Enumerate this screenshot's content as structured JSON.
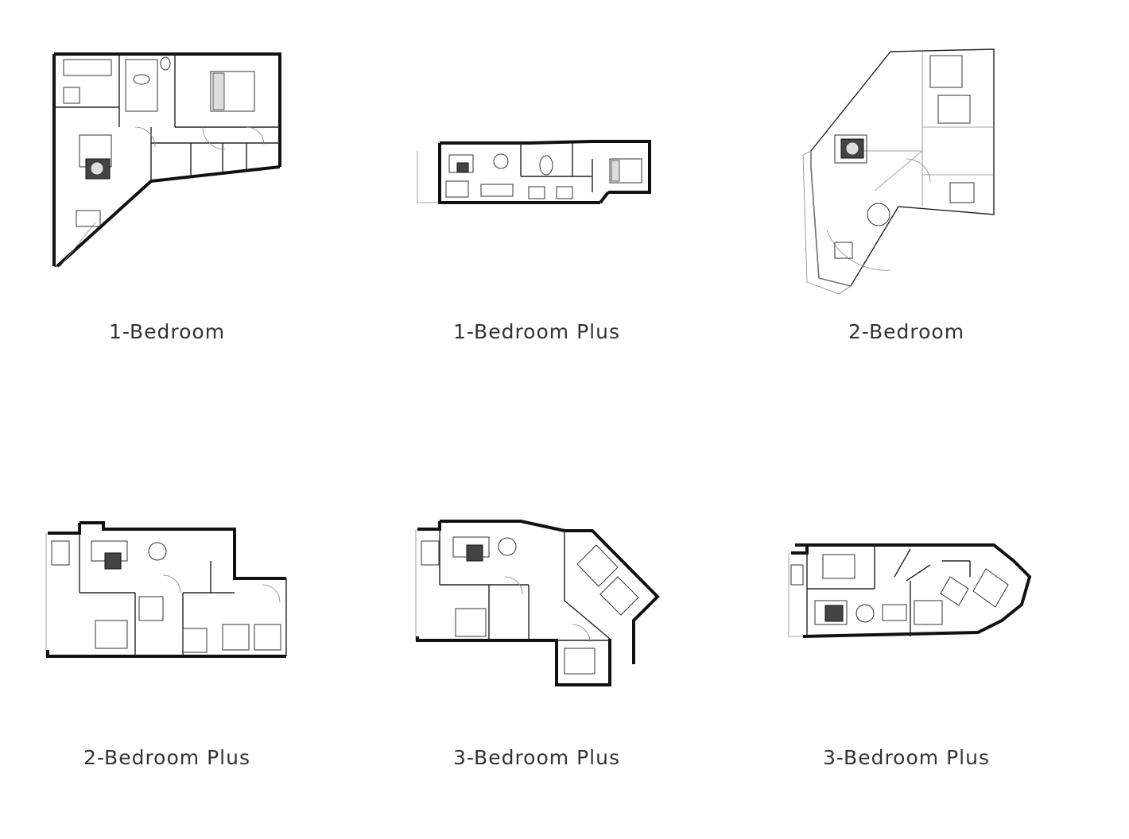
{
  "floorplans": [
    {
      "caption": "1-Bedroom",
      "icon": "floor-plan-1-bedroom"
    },
    {
      "caption": "1-Bedroom Plus",
      "icon": "floor-plan-1-bedroom-plus"
    },
    {
      "caption": "2-Bedroom",
      "icon": "floor-plan-2-bedroom"
    },
    {
      "caption": "2-Bedroom Plus",
      "icon": "floor-plan-2-bedroom-plus"
    },
    {
      "caption": "3-Bedroom Plus",
      "icon": "floor-plan-3-bedroom-plus"
    },
    {
      "caption": "3-Bedroom Plus",
      "icon": "floor-plan-3-bedroom-plus-alt"
    }
  ]
}
